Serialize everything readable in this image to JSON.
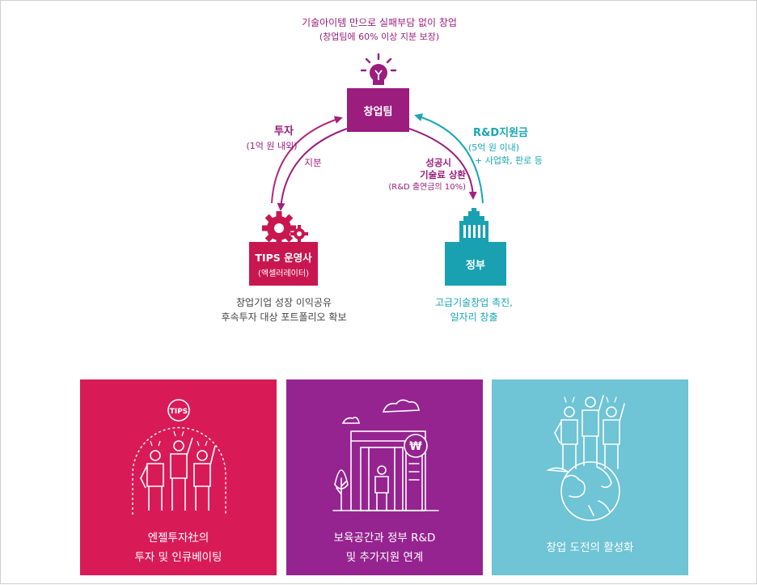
{
  "diagram": {
    "top_caption": {
      "line1": "기술아이템 만으로 실패부담 없이 창업",
      "line2": "(창업팀에 60% 이상 지분 보장)"
    },
    "startup_team": {
      "label": "창업팀"
    },
    "tips_operator": {
      "label": "TIPS 운영사",
      "sub": "(엑셀러레이터)",
      "caption_line1": "창업기업 성장 이익공유",
      "caption_line2": "후속투자 대상 포트폴리오 확보"
    },
    "government": {
      "label": "정부",
      "caption_line1": "고급기술창업 촉진,",
      "caption_line2": "일자리 창출"
    },
    "investment": {
      "title": "투자",
      "sub": "(1억 원 내외)"
    },
    "equity": {
      "label": "지분"
    },
    "rd_grant": {
      "title": "R&D지원금",
      "line1": "(5억 원 이내)",
      "line2": "+ 사업화, 판로 등"
    },
    "royalty": {
      "line1": "성공시",
      "line2": "기술료 상환",
      "line3": "(R&D 출연금의 10%)"
    },
    "colors": {
      "magenta": "#9b1d7e",
      "tips_red": "#c8174f",
      "teal": "#1aa6b5",
      "gov_teal": "#19a1b2"
    }
  },
  "panels": [
    {
      "line1": "엔젤투자社의",
      "line2": "투자 및 인큐베이팅",
      "badge": "TIPS",
      "color": "#d81b57",
      "icon": "people-dome-icon"
    },
    {
      "line1": "보육공간과 정부 R&D",
      "line2": "및 추가지원 연계",
      "badge": "₩",
      "color": "#952490",
      "icon": "building-icon"
    },
    {
      "line1": "창업 도전의 활성화",
      "line2": "",
      "color": "#6fc4d5",
      "icon": "people-globe-icon"
    }
  ]
}
